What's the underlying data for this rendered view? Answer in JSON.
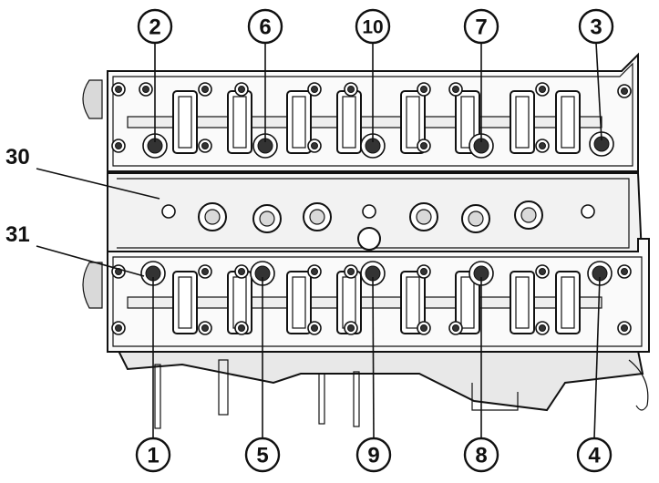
{
  "callouts_top": [
    "2",
    "6",
    "10",
    "7",
    "3"
  ],
  "callouts_bottom": [
    "1",
    "5",
    "9",
    "8",
    "4"
  ],
  "side_labels": [
    "30",
    "31"
  ],
  "colors": {
    "ink": "#111111",
    "paper": "#ffffff",
    "shade": "#d9d9d9"
  }
}
